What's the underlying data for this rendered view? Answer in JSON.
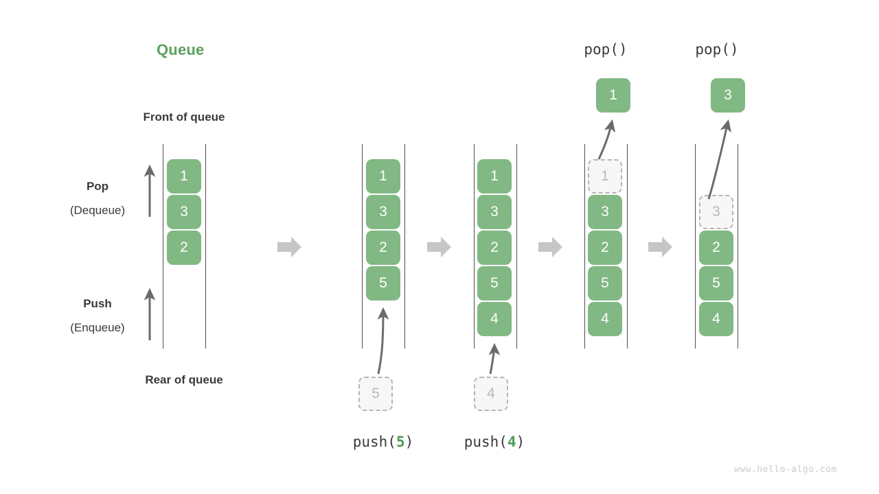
{
  "title": "Queue",
  "labels": {
    "front": "Front of queue",
    "rear": "Rear of queue",
    "pop_bold": "Pop",
    "pop_paren": "(Dequeue)",
    "push_bold": "Push",
    "push_paren": "(Enqueue)"
  },
  "watermark": "www.hello-algo.com",
  "colors": {
    "accent_green": "#81b883",
    "title_green": "#59a15e",
    "text_dark": "#3a3a3a",
    "ghost_fill": "#f7f7f7",
    "ghost_border": "#b5b5b5",
    "ghost_text": "#b9b9b9",
    "rail": "#4d4d4d",
    "arrow_gray": "#6b6b6b",
    "separator_gray": "#c6c6c6",
    "watermark_gray": "#cccccc"
  },
  "operations": {
    "push5_label_prefix": "push(",
    "push5_value": "5",
    "push5_label_suffix": ")",
    "push4_label_prefix": "push(",
    "push4_value": "4",
    "push4_label_suffix": ")",
    "pop1_label": "pop()",
    "pop2_label": "pop()"
  },
  "stages": [
    {
      "name": "initial",
      "cells": [
        "1",
        "3",
        "2"
      ],
      "ghost": null,
      "popped": null
    },
    {
      "name": "after-push-5",
      "cells": [
        "1",
        "3",
        "2",
        "5"
      ],
      "ghost": "5",
      "popped": null
    },
    {
      "name": "after-push-4",
      "cells": [
        "1",
        "3",
        "2",
        "5",
        "4"
      ],
      "ghost": "4",
      "popped": null
    },
    {
      "name": "after-pop-1",
      "cells": [
        "3",
        "2",
        "5",
        "4"
      ],
      "ghost": "1",
      "popped": "1"
    },
    {
      "name": "after-pop-3",
      "cells": [
        "2",
        "5",
        "4"
      ],
      "ghost": "3",
      "popped": "3"
    }
  ]
}
